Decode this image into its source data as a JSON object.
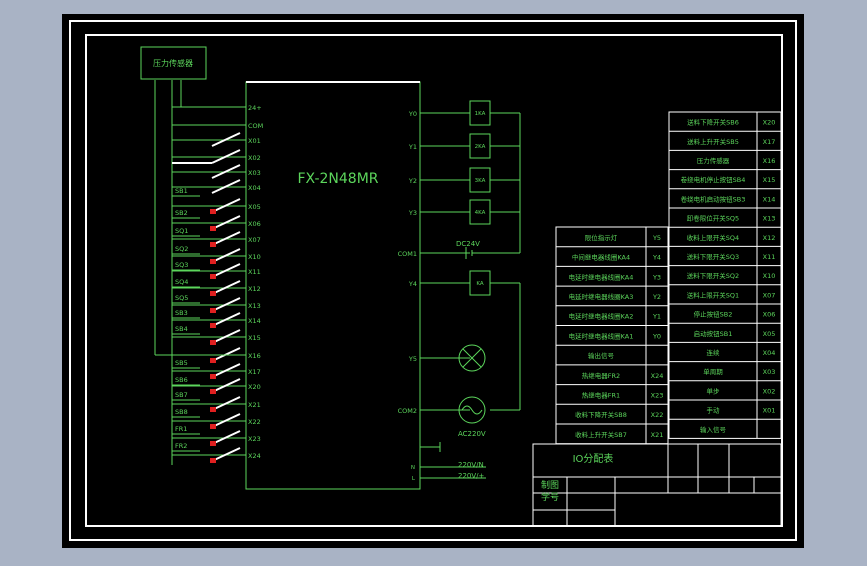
{
  "sensor_box": {
    "label": "压力传感器"
  },
  "plc": {
    "model": "FX-2N48MR",
    "inputs": [
      "24+",
      "COM",
      "X01",
      "X02",
      "X03",
      "X04",
      "X05",
      "X06",
      "X07",
      "X10",
      "X11",
      "X12",
      "X13",
      "X14",
      "X15",
      "X16",
      "X17",
      "X20",
      "X21",
      "X22",
      "X23",
      "X24"
    ],
    "outputs": [
      "Y0",
      "Y1",
      "Y2",
      "Y3",
      "COM1",
      "Y4",
      "Y5",
      "COM2"
    ],
    "power_terminals": [
      "N",
      "L"
    ]
  },
  "field_inputs": [
    "SB1",
    "SB2",
    "SQ1",
    "SQ2",
    "SQ3",
    "SQ4",
    "SQ5",
    "SB3",
    "SB4",
    "SB5",
    "SB6",
    "SB7",
    "SB8",
    "FR1",
    "FR2"
  ],
  "relays": [
    "1KA",
    "2KA",
    "3KA",
    "4KA",
    "KA"
  ],
  "power": {
    "dc": "DC24V",
    "ac": "AC220V",
    "n": "220V/N",
    "l": "220V/+"
  },
  "output_table": {
    "rows": [
      {
        "desc": "限位指示灯",
        "addr": "Y5"
      },
      {
        "desc": "中间继电器线圈KA4",
        "addr": "Y4"
      },
      {
        "desc": "电延时继电器线圈KA4",
        "addr": "Y3"
      },
      {
        "desc": "电延时继电器线圈KA3",
        "addr": "Y2"
      },
      {
        "desc": "电延时继电器线圈KA2",
        "addr": "Y1"
      },
      {
        "desc": "电延时继电器线圈KA1",
        "addr": "Y0"
      },
      {
        "desc": "输出信号",
        "addr": ""
      },
      {
        "desc": "热继电器FR2",
        "addr": "X24"
      },
      {
        "desc": "热继电器FR1",
        "addr": "X23"
      },
      {
        "desc": "收料下降开关SB8",
        "addr": "X22"
      },
      {
        "desc": "收料上升开关SB7",
        "addr": "X21"
      }
    ]
  },
  "input_table": {
    "rows": [
      {
        "desc": "送料下降开关SB6",
        "addr": "X20"
      },
      {
        "desc": "送料上升开关SB5",
        "addr": "X17"
      },
      {
        "desc": "压力传感器",
        "addr": "X16"
      },
      {
        "desc": "卷绕电机停止按钮SB4",
        "addr": "X15"
      },
      {
        "desc": "卷绕电机启动按钮SB3",
        "addr": "X14"
      },
      {
        "desc": "卸卷限位开关SQ5",
        "addr": "X13"
      },
      {
        "desc": "收料上限开关SQ4",
        "addr": "X12"
      },
      {
        "desc": "送料下限开关SQ3",
        "addr": "X11"
      },
      {
        "desc": "送料下限开关SQ2",
        "addr": "X10"
      },
      {
        "desc": "送料上限开关SQ1",
        "addr": "X07"
      },
      {
        "desc": "停止按钮SB2",
        "addr": "X06"
      },
      {
        "desc": "启动按钮SB1",
        "addr": "X05"
      },
      {
        "desc": "连续",
        "addr": "X04"
      },
      {
        "desc": "单周期",
        "addr": "X03"
      },
      {
        "desc": "单步",
        "addr": "X02"
      },
      {
        "desc": "手动",
        "addr": "X01"
      },
      {
        "desc": "输入信号",
        "addr": ""
      }
    ]
  },
  "title_block": {
    "title": "IO分配表",
    "drawn_by": "制图",
    "student_id": "学号"
  }
}
